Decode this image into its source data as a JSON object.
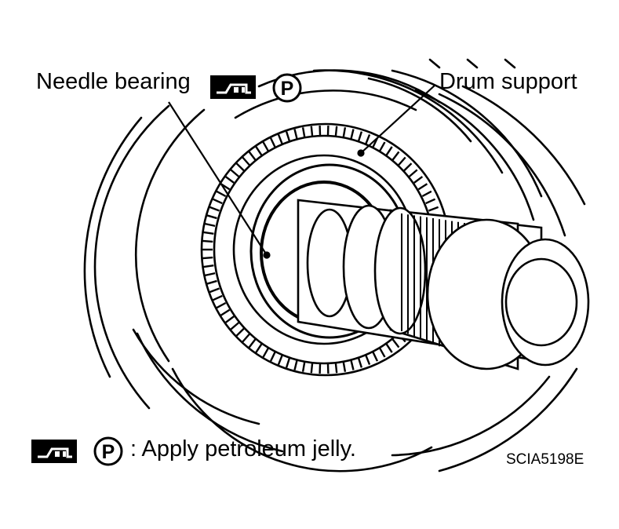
{
  "labels": {
    "needle_bearing": "Needle bearing",
    "drum_support": "Drum support",
    "legend_text": ": Apply petroleum jelly.",
    "figure_code": "SCIA5198E"
  },
  "icons": {
    "grease_gun": "grease-gun-icon",
    "petroleum": "petroleum-jelly-icon"
  },
  "legend": {
    "petroleum_letter": "P"
  },
  "colors": {
    "ink": "#000000",
    "paper": "#ffffff"
  }
}
